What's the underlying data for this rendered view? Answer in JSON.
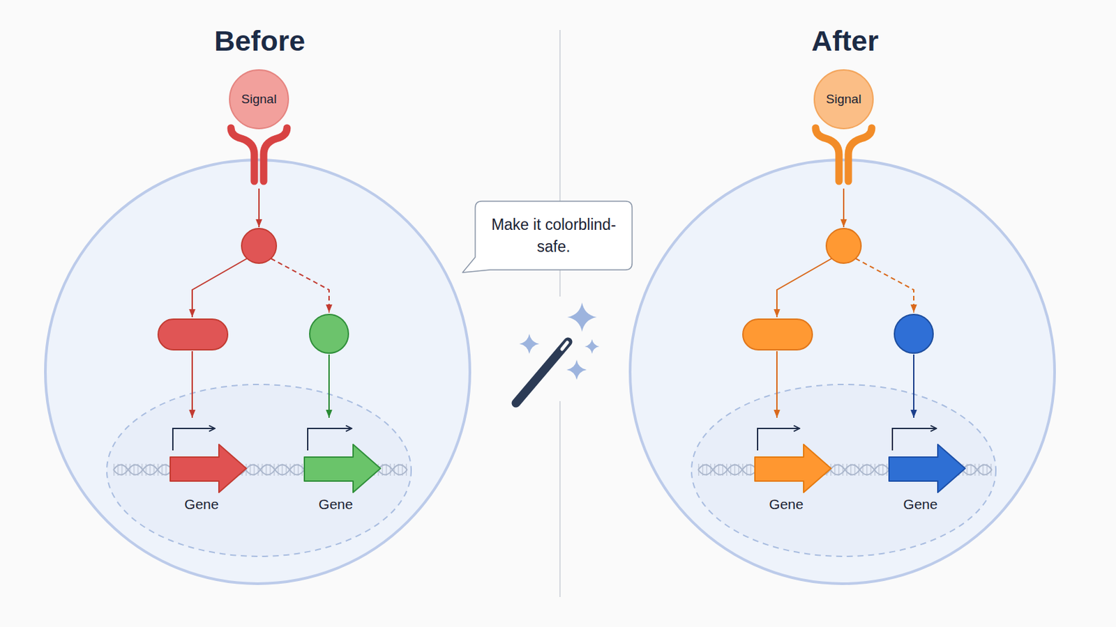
{
  "diagram": {
    "nodes": [
      {
        "text": [
          "Signal"
        ]
      },
      {
        "text": [
          "Gene"
        ]
      },
      {
        "text": [
          "Gene"
        ]
      },
      {
        "text": [
          "Make it colorblind-safe."
        ]
      },
      {
        "text": [
          "Signal"
        ]
      },
      {
        "text": [
          "Gene"
        ]
      },
      {
        "text": [
          "Gene"
        ]
      }
    ],
    "labels": [
      "Before",
      "After"
    ]
  }
}
